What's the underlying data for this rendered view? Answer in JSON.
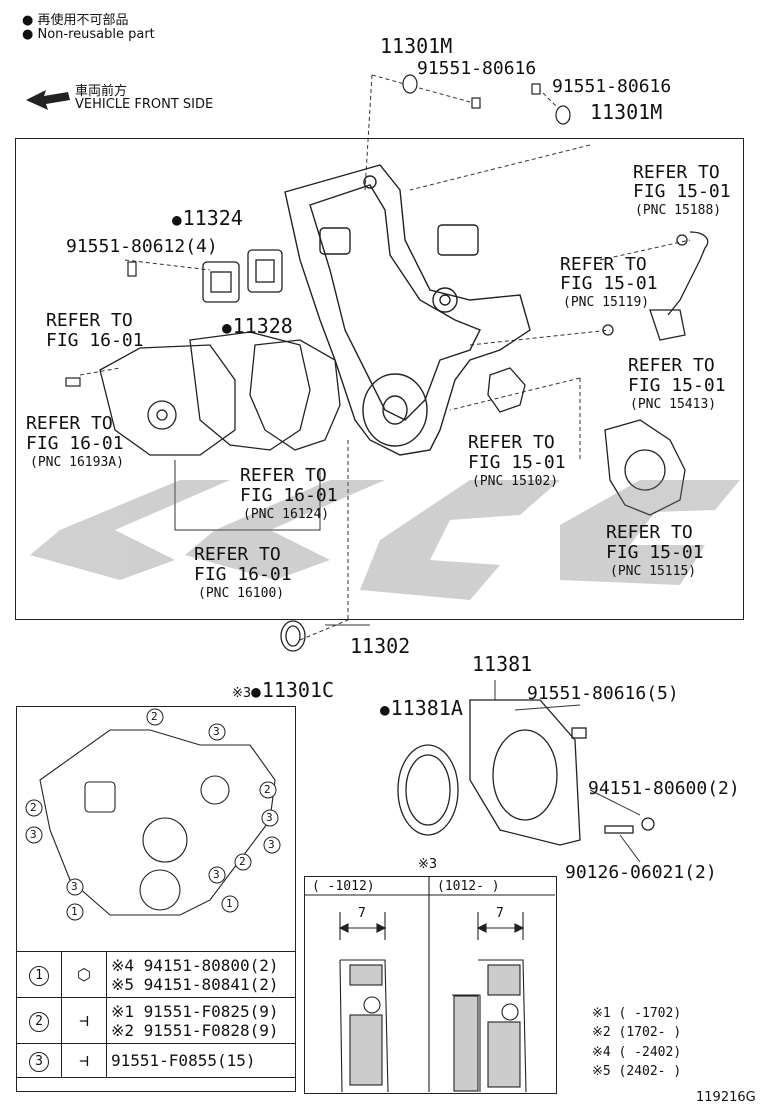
{
  "legend": {
    "reuse_jp": "再使用不可部品",
    "reuse_en": "Non-reusable part",
    "front_jp": "車両前方",
    "front_en": "VEHICLE FRONT SIDE"
  },
  "labels": {
    "p11301M_top": "11301M",
    "p91551_80616_a": "91551-80616",
    "p91551_80616_b": "91551-80616",
    "p11301M_right": "11301M",
    "p11324": "11324",
    "p91551_80612": "91551-80612(4)",
    "p11328": "11328",
    "ref16_01_a_1": "REFER TO",
    "ref16_01_a_2": "FIG 16-01",
    "ref16193A_1": "REFER TO",
    "ref16193A_2": "FIG 16-01",
    "ref16193A_3": "(PNC 16193A)",
    "ref16124_1": "REFER TO",
    "ref16124_2": "FIG 16-01",
    "ref16124_3": "(PNC 16124)",
    "ref16100_1": "REFER TO",
    "ref16100_2": "FIG 16-01",
    "ref16100_3": "(PNC 16100)",
    "ref15188_1": "REFER TO",
    "ref15188_2": "FIG 15-01",
    "ref15188_3": "(PNC 15188)",
    "ref15119_1": "REFER TO",
    "ref15119_2": "FIG 15-01",
    "ref15119_3": "(PNC 15119)",
    "ref15413_1": "REFER TO",
    "ref15413_2": "FIG 15-01",
    "ref15413_3": "(PNC 15413)",
    "ref15102_1": "REFER TO",
    "ref15102_2": "FIG 15-01",
    "ref15102_3": "(PNC 15102)",
    "ref15115_1": "REFER TO",
    "ref15115_2": "FIG 15-01",
    "ref15115_3": "(PNC 15115)",
    "p11302": "11302",
    "p11301C_prefix": "※3",
    "p11301C": "11301C",
    "p11381": "11381",
    "p11381A": "11381A",
    "p91551_80616_5": "91551-80616(5)",
    "p94151_80600_2": "94151-80600(2)",
    "p90126_06021_2": "90126-06021(2)"
  },
  "section": {
    "title": "※3",
    "col1": "(     -1012)",
    "col2": "(1012-     )",
    "dim1": "7",
    "dim2": "7"
  },
  "fasteners": [
    {
      "num": "1",
      "lines": [
        "※4 94151-80800(2)",
        "※5 94151-80841(2)"
      ]
    },
    {
      "num": "2",
      "lines": [
        "※1 91551-F0825(9)",
        "※2 91551-F0828(9)"
      ]
    },
    {
      "num": "3",
      "lines": [
        "91551-F0855(15)"
      ]
    }
  ],
  "callouts": [
    "1",
    "1",
    "2",
    "2",
    "2",
    "3",
    "3",
    "3",
    "3",
    "3",
    "3"
  ],
  "notes": [
    "※1 (     -1702)",
    "※2 (1702-     )",
    "※4 (     -2402)",
    "※5 (2402-     )"
  ],
  "figure_id": "119216G"
}
